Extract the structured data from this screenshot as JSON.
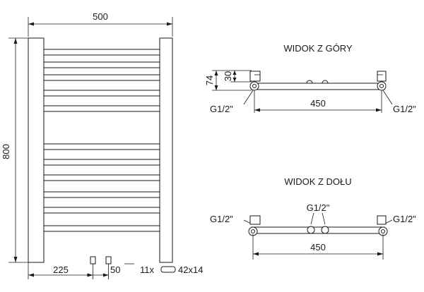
{
  "front_view": {
    "width_dim": "500",
    "height_dim": "800",
    "left_offset_dim": "225",
    "inlet_spacing_dim": "50",
    "tube_count": "11x",
    "tube_size": "42x14"
  },
  "top_view": {
    "title": "WIDOK Z GÓRY",
    "depth_dim": "74",
    "inner_depth_dim": "30",
    "left_connector": "G1/2\"",
    "right_connector": "G1/2\"",
    "span_dim": "450"
  },
  "bottom_view": {
    "title": "WIDOK Z DOŁU",
    "left_connector": "G1/2\"",
    "right_connector": "G1/2\"",
    "center_connector": "G1/2\"",
    "span_dim": "450"
  },
  "colors": {
    "line": "#1a1a1a",
    "background": "#ffffff"
  }
}
